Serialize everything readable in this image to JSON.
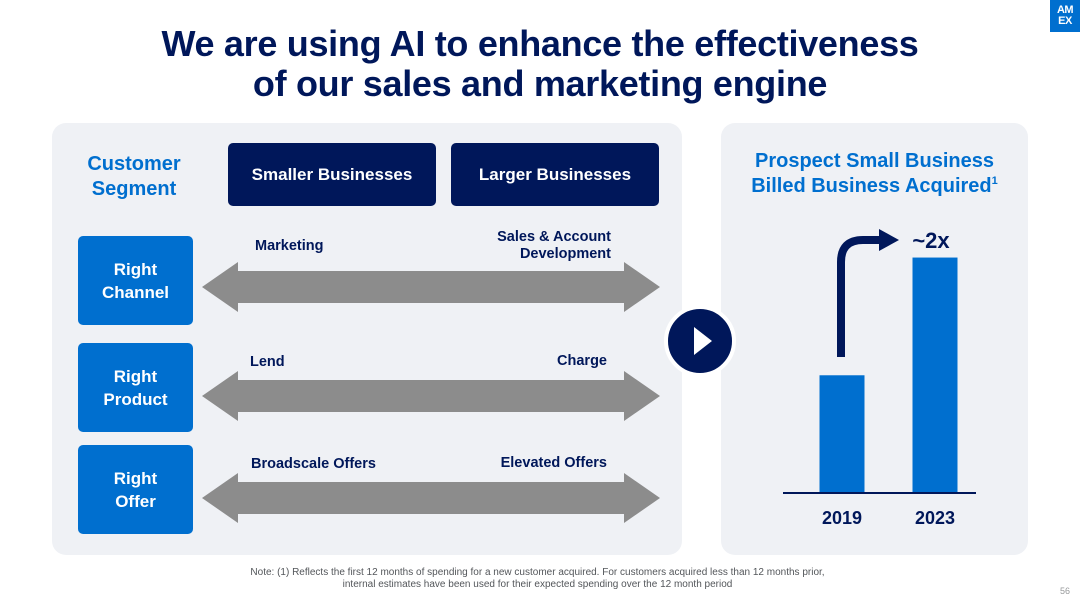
{
  "title": {
    "line1": "We are using AI to enhance the effectiveness",
    "line2": "of our sales and marketing engine"
  },
  "logo": {
    "line1": "AM",
    "line2": "EX",
    "color": "#006fcf"
  },
  "matrix": {
    "segment_label_line1": "Customer",
    "segment_label_line2": "Segment",
    "columns": [
      "Smaller Businesses",
      "Larger Businesses"
    ],
    "rows": [
      {
        "line1": "Right",
        "line2": "Channel",
        "left": "Marketing",
        "right_line1": "Sales & Account",
        "right_line2": "Development"
      },
      {
        "line1": "Right",
        "line2": "Product",
        "left": "Lend",
        "right_line1": "Charge",
        "right_line2": ""
      },
      {
        "line1": "Right",
        "line2": "Offer",
        "left": "Broadscale Offers",
        "right_line1": "Elevated Offers",
        "right_line2": ""
      }
    ]
  },
  "colors": {
    "navy": "#00175a",
    "blue": "#006fcf",
    "arrow_gray": "#8c8c8c",
    "panel": "#eff1f5"
  },
  "chart_title": {
    "line1": "Prospect Small Business",
    "line2": "Billed Business Acquired",
    "footnote": "1"
  },
  "chart_data": {
    "type": "bar",
    "categories": [
      "2019",
      "2023"
    ],
    "values": [
      1,
      2
    ],
    "annotation": "~2x",
    "ylim": [
      0,
      2.2
    ],
    "grid": false,
    "bar_color": "#006fcf"
  },
  "note": {
    "line1": "Note: (1) Reflects the first 12 months of spending for a new customer acquired. For customers acquired less than 12 months prior,",
    "line2": "internal estimates have been used for their expected spending over the 12 month period"
  },
  "page_number": "56"
}
